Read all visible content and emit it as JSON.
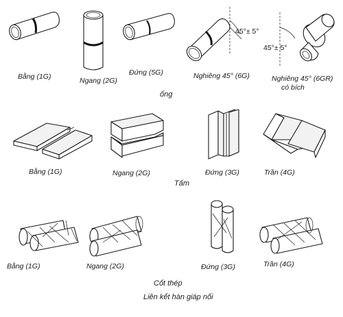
{
  "pipe": {
    "caption": "ống",
    "items": [
      {
        "label": "Bằng (1G)"
      },
      {
        "label": "Ngang (2G)"
      },
      {
        "label": "Đứng (5G)"
      },
      {
        "label": "Nghiêng 45° (6G)",
        "angle": "45°± 5°"
      },
      {
        "label": "Nghiêng 45° (6GR)",
        "label2": "có bích",
        "angle": "45°± 5°"
      }
    ]
  },
  "plate": {
    "caption": "Tấm",
    "items": [
      {
        "label": "Bằng (1G)"
      },
      {
        "label": "Ngang (2G)"
      },
      {
        "label": "Đứng (3G)"
      },
      {
        "label": "Trần (4G)"
      }
    ]
  },
  "rebar": {
    "caption": "Cốt thép",
    "items": [
      {
        "label": "Bằng (1G)"
      },
      {
        "label": "Ngang (2G)"
      },
      {
        "label": "Đứng (3G)"
      },
      {
        "label": "Trần (4G)"
      }
    ]
  },
  "footer": {
    "title": "Liên kết hàn giáp nối"
  }
}
